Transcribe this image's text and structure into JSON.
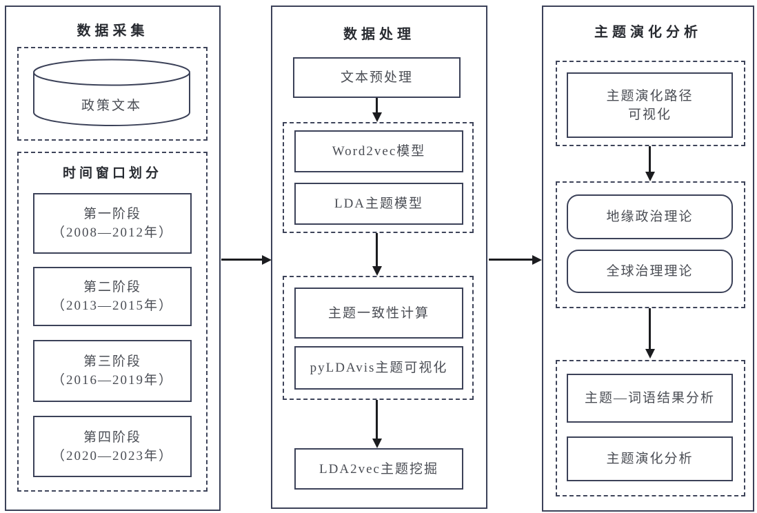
{
  "diagram": {
    "colors": {
      "border": "#3b4158",
      "dashed_border": "#3d4359",
      "text": "#4a4d54",
      "heading": "#282b31",
      "arrow": "#1b1c1f",
      "background": "#ffffff"
    },
    "columns": [
      {
        "title": "数据采集",
        "database_label": "政策文本",
        "window_title": "时间窗口划分",
        "stages": [
          {
            "line1": "第一阶段",
            "line2": "（2008—2012年）"
          },
          {
            "line1": "第二阶段",
            "line2": "（2013—2015年）"
          },
          {
            "line1": "第三阶段",
            "line2": "（2016—2019年）"
          },
          {
            "line1": "第四阶段",
            "line2": "（2020—2023年）"
          }
        ]
      },
      {
        "title": "数据处理",
        "steps": {
          "preprocess": "文本预处理",
          "word2vec": "Word2vec模型",
          "lda": "LDA主题模型",
          "coherence": "主题一致性计算",
          "pyldavis": "pyLDAvis主题可视化",
          "lda2vec": "LDA2vec主题挖掘"
        }
      },
      {
        "title": "主题演化分析",
        "path_viz": {
          "line1": "主题演化路径",
          "line2": "可视化"
        },
        "theories": [
          "地缘政治理论",
          "全球治理理论"
        ],
        "analyses": [
          "主题—词语结果分析",
          "主题演化分析"
        ]
      }
    ]
  }
}
